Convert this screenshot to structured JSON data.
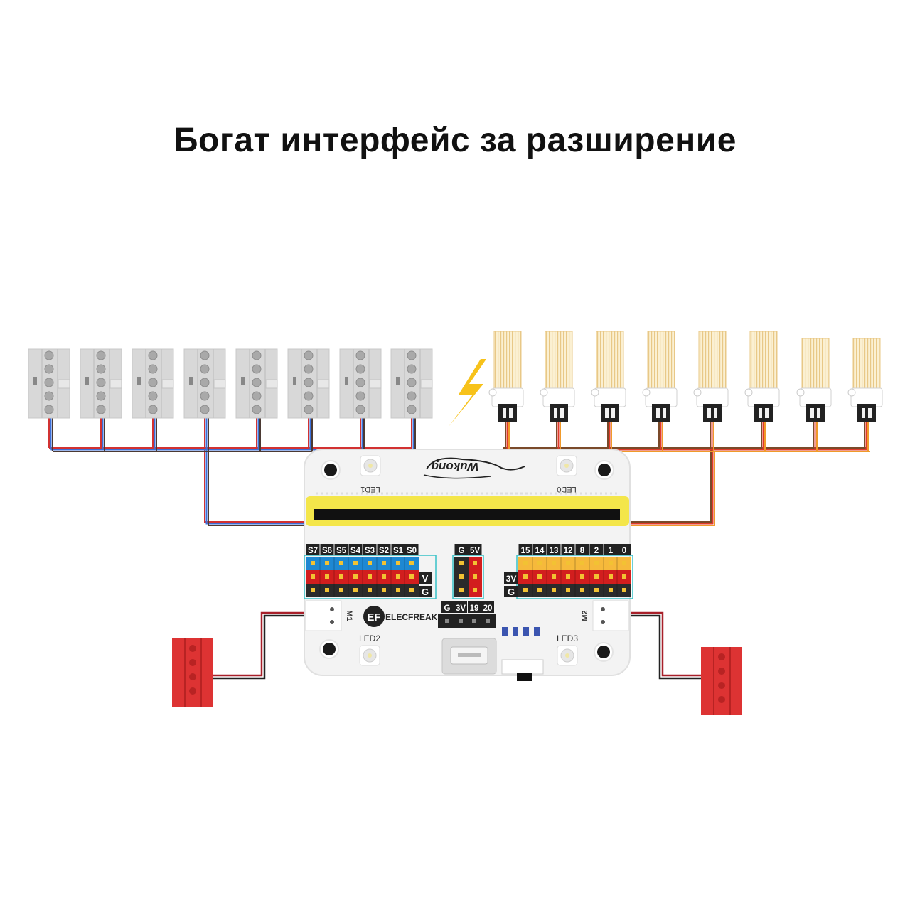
{
  "title": "Богат интерфейс за разширение",
  "board": {
    "logo_text": "Wukong",
    "brand_text": "ELECFREAKS",
    "leds": [
      "LED1",
      "LED0",
      "LED2",
      "LED3"
    ],
    "motor_labels": [
      "M1",
      "M2"
    ],
    "servo_pins": [
      "S7",
      "S6",
      "S5",
      "S4",
      "S3",
      "S2",
      "S1",
      "S0"
    ],
    "gpio_pins": [
      "15",
      "14",
      "13",
      "12",
      "8",
      "2",
      "1",
      "0"
    ],
    "power_pins": [
      "G",
      "5V"
    ],
    "i2c_pins": [
      "G",
      "3V",
      "19",
      "20"
    ],
    "row_label_v": "V",
    "row_label_g": "G",
    "row_label_3v": "3V",
    "row_label_g2": "G"
  },
  "colors": {
    "servo_row": "#1e88d2",
    "power_row": "#d21e1e",
    "ground_row": "#2b2b2b",
    "gpio_row": "#f6b93b",
    "bar_yellow": "#f4e64a",
    "bolt": "#f7c21a",
    "motor_red": "#dd3333",
    "servo_gray": "#d8d8d8"
  },
  "icons": [
    "lightning-bolt-icon",
    "elecfreaks-logo-icon",
    "wukong-logo-icon"
  ]
}
